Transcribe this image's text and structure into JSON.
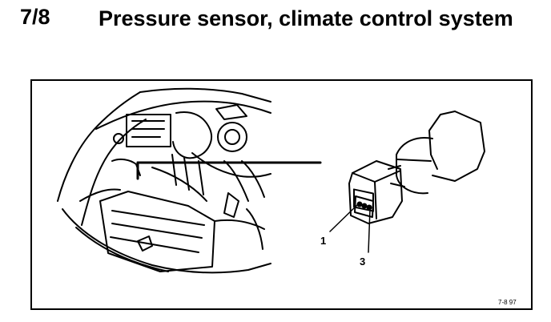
{
  "heading": {
    "number": "7/8",
    "title": "Pressure sensor, climate control system"
  },
  "figure": {
    "callouts": [
      "1",
      "3"
    ],
    "code": "7-8 97"
  }
}
